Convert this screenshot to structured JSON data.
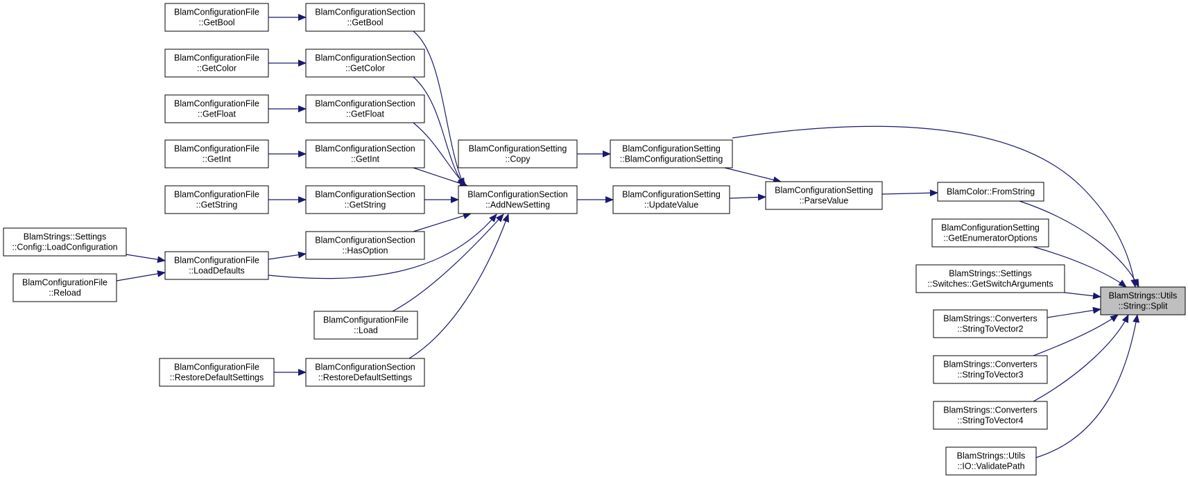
{
  "colors": {
    "edge": "#191970",
    "node_border": "#000000",
    "highlight_fill": "#bfbfbf"
  },
  "nodes": [
    {
      "id": "cf-getbool",
      "lines": [
        "BlamConfigurationFile",
        "::GetBool"
      ]
    },
    {
      "id": "cs-getbool",
      "lines": [
        "BlamConfigurationSection",
        "::GetBool"
      ]
    },
    {
      "id": "cf-getcolor",
      "lines": [
        "BlamConfigurationFile",
        "::GetColor"
      ]
    },
    {
      "id": "cs-getcolor",
      "lines": [
        "BlamConfigurationSection",
        "::GetColor"
      ]
    },
    {
      "id": "cf-getfloat",
      "lines": [
        "BlamConfigurationFile",
        "::GetFloat"
      ]
    },
    {
      "id": "cs-getfloat",
      "lines": [
        "BlamConfigurationSection",
        "::GetFloat"
      ]
    },
    {
      "id": "cf-getint",
      "lines": [
        "BlamConfigurationFile",
        "::GetInt"
      ]
    },
    {
      "id": "cs-getint",
      "lines": [
        "BlamConfigurationSection",
        "::GetInt"
      ]
    },
    {
      "id": "cf-getstring",
      "lines": [
        "BlamConfigurationFile",
        "::GetString"
      ]
    },
    {
      "id": "cs-getstring",
      "lines": [
        "BlamConfigurationSection",
        "::GetString"
      ]
    },
    {
      "id": "bs-loadconfig",
      "lines": [
        "BlamStrings::Settings",
        "::Config::LoadConfiguration"
      ]
    },
    {
      "id": "cf-loaddefaults",
      "lines": [
        "BlamConfigurationFile",
        "::LoadDefaults"
      ]
    },
    {
      "id": "cs-hasoption",
      "lines": [
        "BlamConfigurationSection",
        "::HasOption"
      ]
    },
    {
      "id": "cf-reload",
      "lines": [
        "BlamConfigurationFile",
        "::Reload"
      ]
    },
    {
      "id": "cf-load",
      "lines": [
        "BlamConfigurationFile",
        "::Load"
      ]
    },
    {
      "id": "cf-restore",
      "lines": [
        "BlamConfigurationFile",
        "::RestoreDefaultSettings"
      ]
    },
    {
      "id": "cs-restore",
      "lines": [
        "BlamConfigurationSection",
        "::RestoreDefaultSettings"
      ]
    },
    {
      "id": "cset-copy",
      "lines": [
        "BlamConfigurationSetting",
        "::Copy"
      ]
    },
    {
      "id": "cs-addnewsetting",
      "lines": [
        "BlamConfigurationSection",
        "::AddNewSetting"
      ]
    },
    {
      "id": "cset-ctor",
      "lines": [
        "BlamConfigurationSetting",
        "::BlamConfigurationSetting"
      ]
    },
    {
      "id": "cset-updatevalue",
      "lines": [
        "BlamConfigurationSetting",
        "::UpdateValue"
      ]
    },
    {
      "id": "cset-parsevalue",
      "lines": [
        "BlamConfigurationSetting",
        "::ParseValue"
      ]
    },
    {
      "id": "color-fromstring",
      "lines": [
        "BlamColor::FromString"
      ]
    },
    {
      "id": "cset-getenum",
      "lines": [
        "BlamConfigurationSetting",
        "::GetEnumeratorOptions"
      ]
    },
    {
      "id": "bs-getswitch",
      "lines": [
        "BlamStrings::Settings",
        "::Switches::GetSwitchArguments"
      ]
    },
    {
      "id": "split",
      "lines": [
        "BlamStrings::Utils",
        "::String::Split"
      ],
      "highlight": true
    },
    {
      "id": "conv-vec2",
      "lines": [
        "BlamStrings::Converters",
        "::StringToVector2"
      ]
    },
    {
      "id": "conv-vec3",
      "lines": [
        "BlamStrings::Converters",
        "::StringToVector3"
      ]
    },
    {
      "id": "conv-vec4",
      "lines": [
        "BlamStrings::Converters",
        "::StringToVector4"
      ]
    },
    {
      "id": "io-validate",
      "lines": [
        "BlamStrings::Utils",
        "::IO::ValidatePath"
      ]
    }
  ]
}
